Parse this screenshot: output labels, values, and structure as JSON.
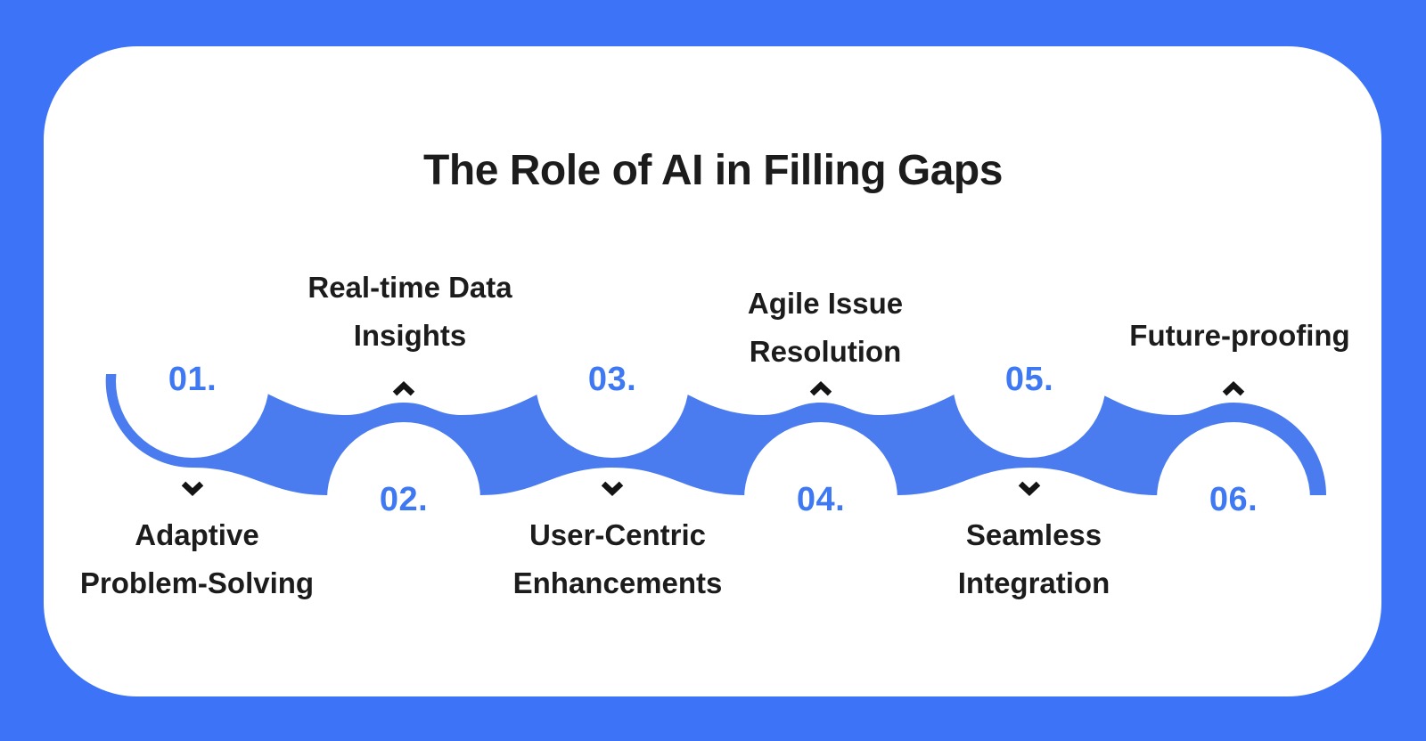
{
  "title": "The Role of AI in Filling Gaps",
  "colors": {
    "background": "#3D74F7",
    "card": "#FFFFFF",
    "ribbon": "#4A7CEF",
    "number": "#3E78F3",
    "label": "#1C1C1C",
    "chevron": "#141414"
  },
  "items": [
    {
      "number": "01.",
      "label_line1": "Adaptive",
      "label_line2": "Problem-Solving",
      "label_position": "below",
      "chevron": "down"
    },
    {
      "number": "02.",
      "label_line1": "Real-time Data",
      "label_line2": "Insights",
      "label_position": "above",
      "chevron": "up"
    },
    {
      "number": "03.",
      "label_line1": "User-Centric",
      "label_line2": "Enhancements",
      "label_position": "below",
      "chevron": "down"
    },
    {
      "number": "04.",
      "label_line1": "Agile Issue",
      "label_line2": "Resolution",
      "label_position": "above",
      "chevron": "up"
    },
    {
      "number": "05.",
      "label_line1": "Seamless",
      "label_line2": "Integration",
      "label_position": "below",
      "chevron": "down"
    },
    {
      "number": "06.",
      "label_line1": "Future-proofing",
      "label_line2": "",
      "label_position": "above",
      "chevron": "up"
    }
  ]
}
